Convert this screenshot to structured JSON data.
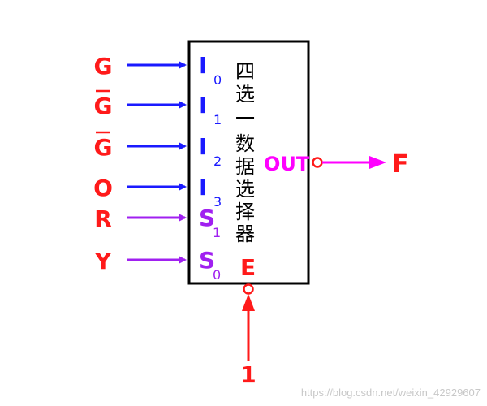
{
  "colors": {
    "red": "#ff1a1a",
    "blue": "#1a1aff",
    "purple": "#a020f0",
    "magenta": "#ff00ff",
    "black": "#000000",
    "watermark": "#c8c8c8"
  },
  "inputs": [
    {
      "signal": "G",
      "negated": false,
      "pin": "I",
      "sub": "0",
      "type": "data"
    },
    {
      "signal": "G",
      "negated": true,
      "pin": "I",
      "sub": "1",
      "type": "data"
    },
    {
      "signal": "G",
      "negated": true,
      "pin": "I",
      "sub": "2",
      "type": "data"
    },
    {
      "signal": "O",
      "negated": false,
      "pin": "I",
      "sub": "3",
      "type": "data"
    },
    {
      "signal": "R",
      "negated": false,
      "pin": "S",
      "sub": "1",
      "type": "select"
    },
    {
      "signal": "Y",
      "negated": false,
      "pin": "S",
      "sub": "0",
      "type": "select"
    }
  ],
  "chip": {
    "title_chars": [
      "四",
      "选",
      "一",
      "数",
      "据",
      "选",
      "择",
      "器"
    ],
    "out_pin": "OUT",
    "enable_pin": "E"
  },
  "output": {
    "label": "F"
  },
  "enable_input": {
    "value": "1"
  },
  "watermark": "https://blog.csdn.net/weixin_42929607"
}
